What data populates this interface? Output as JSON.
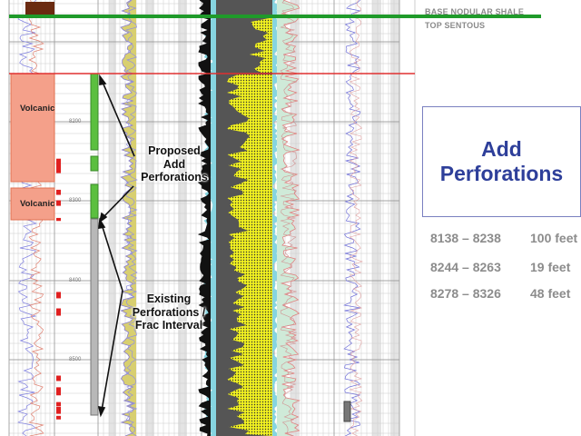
{
  "markers": {
    "base": "BASE NODULAR SHALE",
    "top": "TOP SENTOUS"
  },
  "depths": [
    "8200",
    "8300",
    "8400",
    "8500"
  ],
  "lithology": [
    "Volcanic",
    "Volcanic"
  ],
  "annotations": {
    "proposed": [
      "Proposed",
      "Add",
      "Perforations"
    ],
    "existing": [
      "Existing",
      "Perforations /",
      "Frac Interval"
    ]
  },
  "panel": {
    "title_line1": "Add",
    "title_line2": "Perforations"
  },
  "intervals": [
    {
      "range": "8138 – 8238",
      "length": "100 feet"
    },
    {
      "range": "8244 – 8263",
      "length": "19 feet"
    },
    {
      "range": "8278 – 8326",
      "length": "48 feet"
    }
  ],
  "colors": {
    "marker_green": "#1f9a2a",
    "marker_red": "#e03030",
    "title_blue": "#2e3f9a",
    "volcanic": "#f4a08a",
    "pay_yellow": "#f0f020",
    "cyan": "#86d4e0"
  }
}
